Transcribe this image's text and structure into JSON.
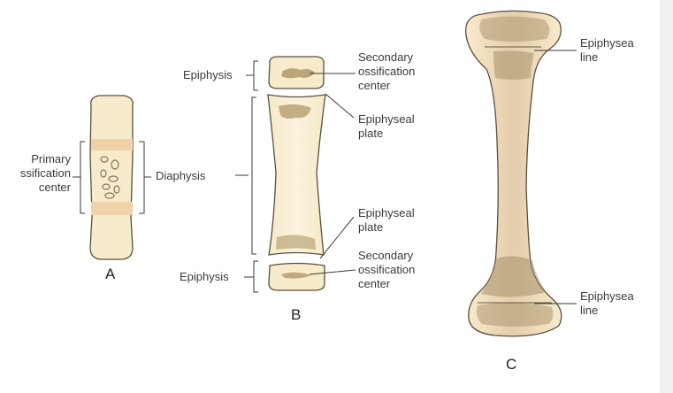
{
  "labels": {
    "primary_ossification_center": "Primary\nssification\ncenter",
    "diaphysis": "Diaphysis",
    "panel_a": "A",
    "epiphysis_top": "Epiphysis",
    "epiphysis_bottom": "Epiphysis",
    "secondary_ossification_center_top": "Secondary\nossification\ncenter",
    "epiphyseal_plate_top": "Epiphyseal\nplate",
    "epiphyseal_plate_bottom": "Epiphyseal\nplate",
    "secondary_ossification_center_bottom": "Secondary\nossification\ncenter",
    "panel_b": "B",
    "epiphyseal_line_top": "Epiphysea\nline",
    "epiphyseal_line_bottom": "Epiphysea\nline",
    "panel_c": "C"
  },
  "colors": {
    "bone_fill": "#f8ebcc",
    "bone_stroke": "#5a5040",
    "cartilage_band": "#efd2a8",
    "spongy_bone": "#a08a62",
    "medullary": "#e8d2b4",
    "leader_line": "#3a3a3a"
  }
}
